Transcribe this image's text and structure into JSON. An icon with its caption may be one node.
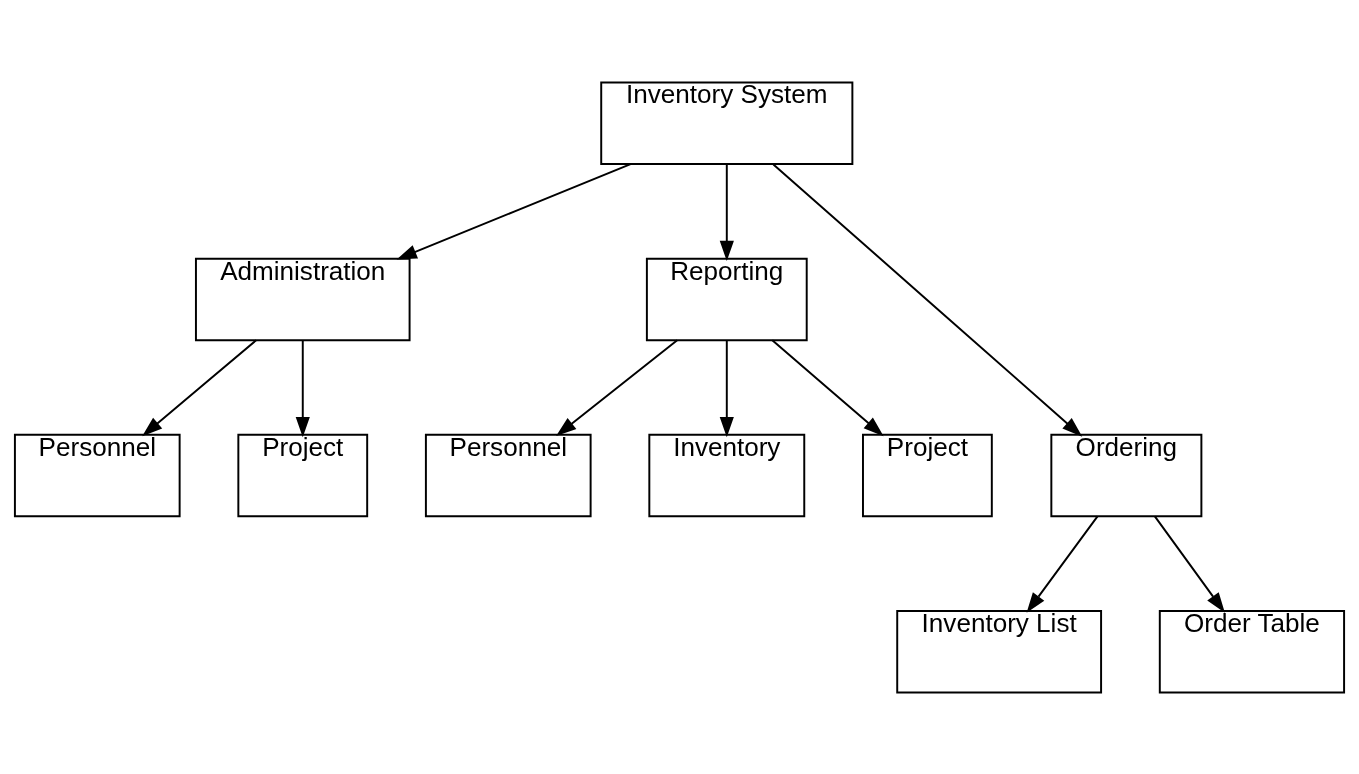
{
  "diagram": {
    "nodes": [
      {
        "text": [
          "Inventory System"
        ]
      },
      {
        "text": [
          "Administration"
        ]
      },
      {
        "text": [
          "Reporting"
        ]
      },
      {
        "text": [
          "Personnel"
        ]
      },
      {
        "text": [
          "Project"
        ]
      },
      {
        "text": [
          "Personnel"
        ]
      },
      {
        "text": [
          "Inventory"
        ]
      },
      {
        "text": [
          "Project"
        ]
      },
      {
        "text": [
          "Ordering"
        ]
      },
      {
        "text": [
          "Inventory List"
        ]
      },
      {
        "text": [
          "Order Table"
        ]
      }
    ],
    "edges": [
      {
        "from": 0,
        "to": 1,
        "arrow": "to"
      },
      {
        "from": 0,
        "to": 8,
        "arrow": "to"
      },
      {
        "from": 0,
        "to": 2,
        "arrow": "to"
      },
      {
        "from": 1,
        "to": 3,
        "arrow": "to"
      },
      {
        "from": 1,
        "to": 4,
        "arrow": "to"
      },
      {
        "from": 2,
        "to": 5,
        "arrow": "to"
      },
      {
        "from": 2,
        "to": 6,
        "arrow": "to"
      },
      {
        "from": 2,
        "to": 7,
        "arrow": "to"
      },
      {
        "from": 8,
        "to": 9,
        "arrow": "to"
      },
      {
        "from": 8,
        "to": 10,
        "arrow": "to"
      }
    ]
  }
}
